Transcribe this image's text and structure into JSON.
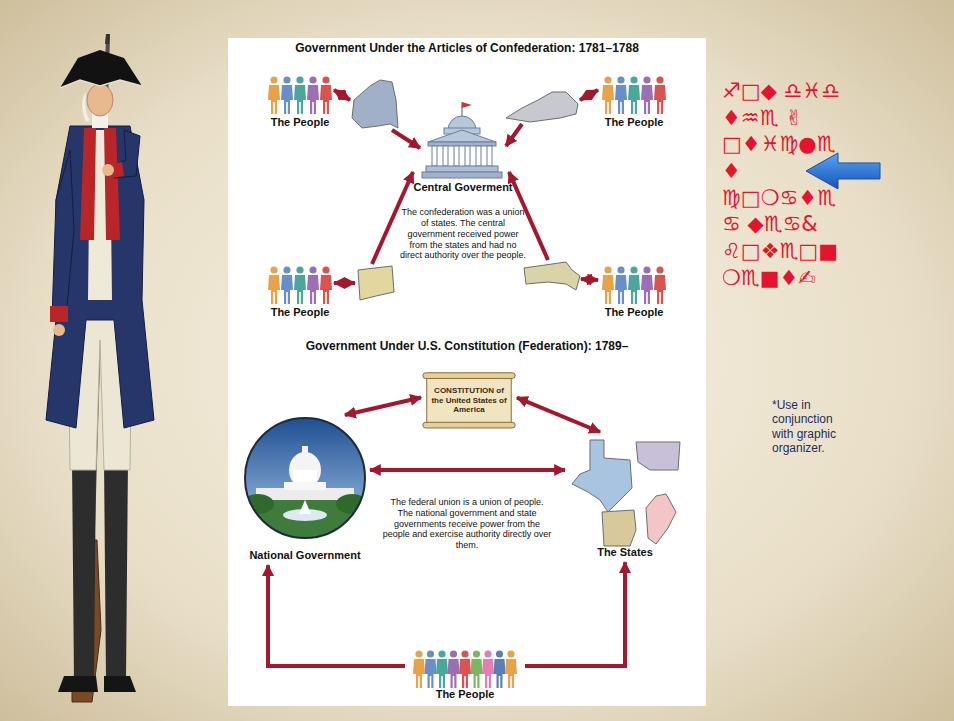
{
  "diagram": {
    "nodes": [
      {
        "text": [
          "The People"
        ]
      },
      {
        "text": [
          "The People"
        ]
      },
      {
        "text": [
          "Central Goverment",
          "The confederation was a union of states. The central government received power from the states and had no direct authority over the people."
        ]
      },
      {
        "text": [
          "The People"
        ]
      },
      {
        "text": [
          "The People"
        ]
      },
      {
        "text": [
          "CONSTITUTION of the United States of America"
        ]
      },
      {
        "text": [
          "National Government"
        ]
      },
      {
        "text": [
          "The States"
        ]
      },
      {
        "text": [
          "The People"
        ]
      }
    ],
    "edges": [
      {
        "from": 5,
        "to": 6,
        "arrow": "both"
      },
      {
        "from": 5,
        "to": 7,
        "arrow": "both"
      },
      {
        "from": 6,
        "to": 7,
        "arrow": "both"
      },
      {
        "from": 8,
        "to": 6,
        "arrow": "to"
      },
      {
        "from": 8,
        "to": 7,
        "arrow": "to"
      }
    ],
    "labels": [
      "Government Under the Articles of Confederation: 1781–1788",
      "Government Under U.S. Constitution (Federation): 1789–",
      "The federal union is a union of people. The national government and state governments receive power from the people and exercise authority directly over them.",
      "♐□◆ ♎♓♎ ♦♒♏ ✌□♦♓♍●♏ ♦ ♍□❍♋♦♏ ♋ ◆♏♋& ♌□❖♏□■ ❍♏■♦✍",
      "*Use in conjunction with graphic organizer."
    ]
  }
}
